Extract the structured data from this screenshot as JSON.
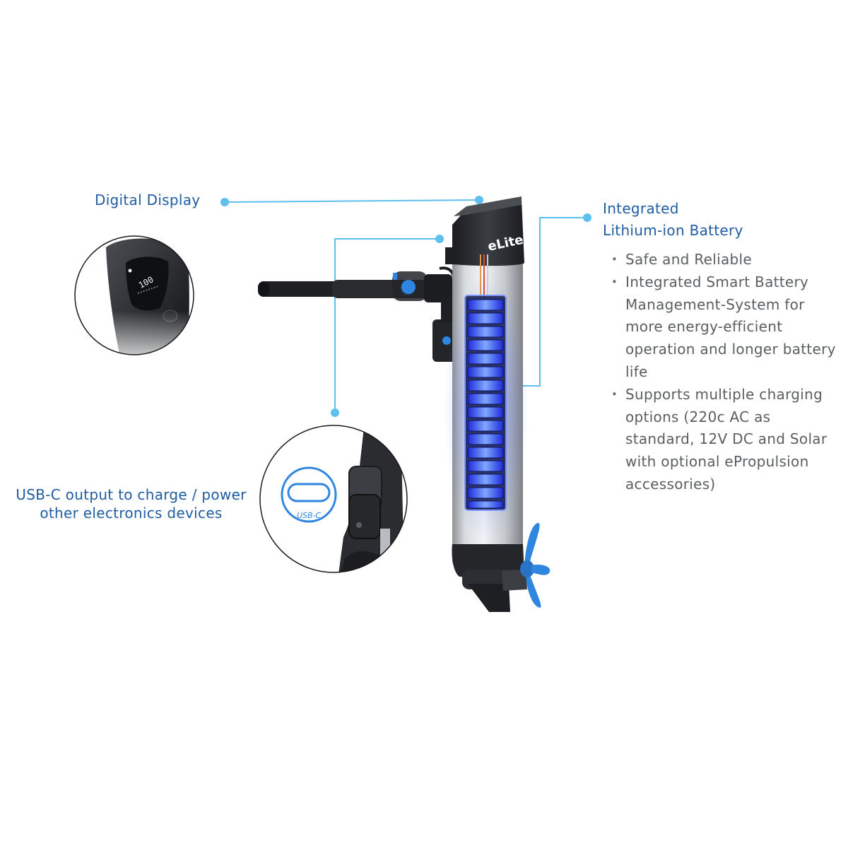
{
  "callouts": {
    "display": {
      "label": "Digital Display",
      "screen_value": "100"
    },
    "usbc": {
      "line1": "USB-C output to charge / power",
      "line2": "other electronics devices",
      "badge_text": "USB-C"
    },
    "battery": {
      "title_line1": "Integrated",
      "title_line2": "Lithium-ion Battery",
      "features": [
        "Safe and Reliable",
        "Integrated Smart Battery Management-System for more energy-efficient operation and longer battery life",
        "Supports multiple charging options (220c AC as standard, 12V DC and Solar with optional ePropulsion accessories)"
      ]
    }
  },
  "product": {
    "brand_mark": "eLite"
  },
  "colors": {
    "label_blue": "#1f5da3",
    "leader_line": "#5ec0ef",
    "body_text": "#5b5e60",
    "accent_blue": "#2f86e0",
    "cell_glow": "#3b63ff"
  }
}
